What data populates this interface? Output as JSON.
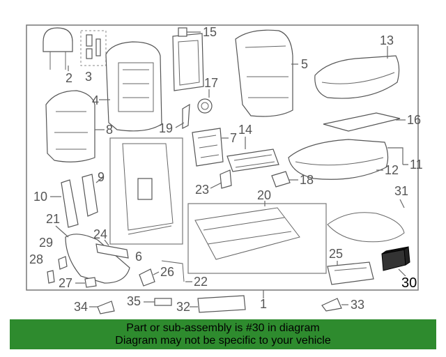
{
  "callouts": {
    "n1": "1",
    "n2": "2",
    "n3": "3",
    "n4": "4",
    "n5": "5",
    "n6": "6",
    "n7": "7",
    "n8": "8",
    "n9": "9",
    "n10": "10",
    "n11": "11",
    "n12": "12",
    "n13": "13",
    "n14": "14",
    "n15": "15",
    "n16": "16",
    "n17": "17",
    "n18": "18",
    "n19": "19",
    "n20": "20",
    "n21": "21",
    "n22": "22",
    "n23": "23",
    "n24": "24",
    "n25": "25",
    "n26": "26",
    "n27": "27",
    "n28": "28",
    "n29": "29",
    "n30": "30",
    "n31": "31",
    "n32": "32",
    "n33": "33",
    "n34": "34",
    "n35": "35"
  },
  "highlighted_part": "30",
  "banner": {
    "line1": "Part or sub-assembly is #30 in diagram",
    "line2": "Diagram may not be specific to your vehicle",
    "background": "#2e8b2e"
  }
}
